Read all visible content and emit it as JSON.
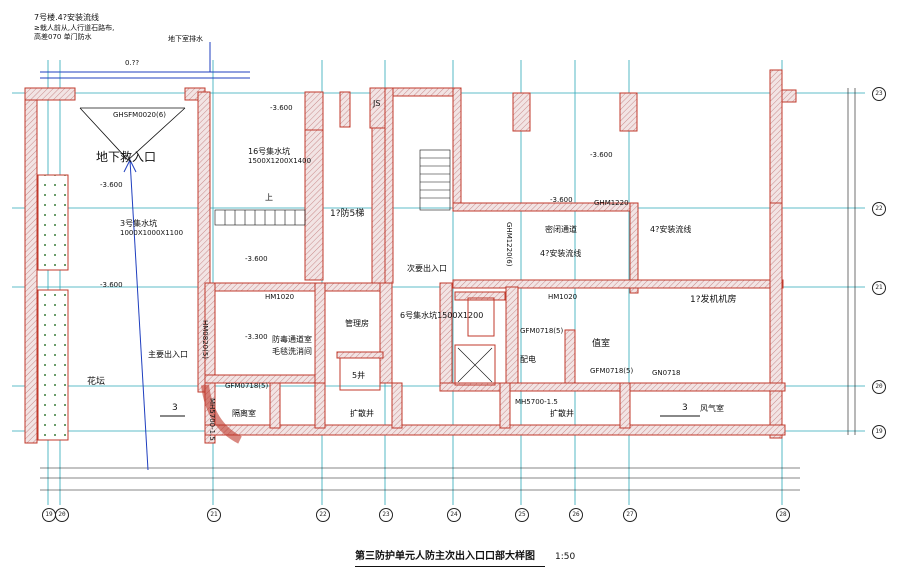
{
  "labels": {
    "top_note_1": "7号楼.4?安装流线",
    "top_note_2": "≥栽人前从,人行道石路布,",
    "top_note_3": "高差070  单门防水",
    "top_pipe": "地下室排水",
    "small_0120": "0.??",
    "gate_tag": "GHSFM0020(6)",
    "entrance": "地下救入口",
    "elev_left": "-3.600",
    "elev_left2": "-3.600",
    "pipe16_1": "16号集水坑",
    "pipe16_2": "1500X1200X1400",
    "pipe3_1": "3号集水坑",
    "pipe3_2": "1000X1000X1100",
    "elev_mid": "-3.600",
    "up_label": "上",
    "elev_mid2": "-3.600",
    "stair1": "1?防5梯",
    "js": "JS",
    "elev_top": "-3.600",
    "elev_right": "-3.600",
    "gate_r": "GHM1220",
    "note_r": "4?安装流线",
    "room_passage": "密闭通道",
    "gate_v": "GHM1220(6)",
    "note_r2": "4?安装流线",
    "sec_exit": "次要出入口",
    "gate_mid": "HM1020",
    "gate_mid2": "HM1020",
    "room_machine": "1?发机机房",
    "room_mgr": "管理房",
    "pit6": "6号集水坑1500X1200",
    "gate_left_v": "HM0820(5)",
    "elev_dec": "-3.300",
    "room_decon": "防毒通道室",
    "room_decon2": "毛毯洗消间",
    "gate_d1": "GFM0718(5)",
    "gate_d2": "GFM0718(5)",
    "room_control": "配电",
    "room_duty": "值室",
    "main_exit": "主要出入口",
    "well5": "5井",
    "gate_b1": "GFM0718(5)",
    "gate_b2": "MH5700-1.5",
    "gate_b3": "MH5700-1.5",
    "gate_b4": "GN0718",
    "room_well": "扩散井",
    "room_well2": "扩散井",
    "room_air": "风气室",
    "room_mgr2": "隔离室",
    "flowers": "花坛",
    "sec_left": "3",
    "sec_right": "3",
    "title": "第三防护单元人防主次出入口口部大样图",
    "scale": "1:50"
  },
  "axes": {
    "right": [
      "23",
      "22",
      "21",
      "20",
      "19"
    ],
    "bottom": [
      "19",
      "20",
      "21",
      "22",
      "23",
      "24",
      "25",
      "26",
      "27",
      "28"
    ]
  },
  "colors": {
    "wall_outline": "#c0392b",
    "wall_fill": "#ecd9d9",
    "axis_line": "#2aa8b8",
    "ink": "#111111",
    "blue_pipe": "#1f3fbf",
    "green": "#2e9d3a"
  }
}
